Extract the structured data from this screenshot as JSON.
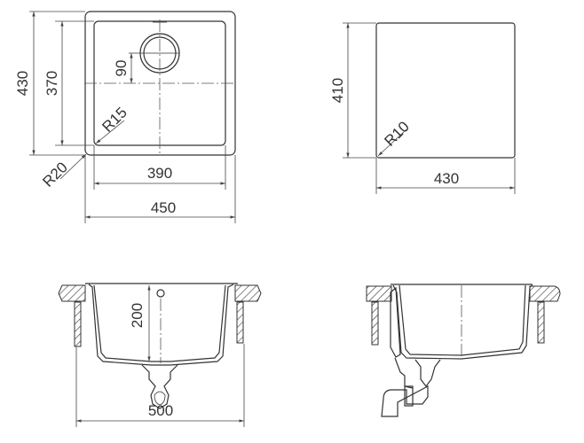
{
  "top_view_sink": {
    "overall_depth": "430",
    "bowl_depth": "370",
    "drain_offset": "90",
    "inner_radius": "R15",
    "outer_radius": "R20",
    "bowl_width": "390",
    "overall_width": "450"
  },
  "top_view_cutout": {
    "depth": "410",
    "radius": "R10",
    "width": "430"
  },
  "section_view": {
    "bowl_height": "200",
    "cabinet_width": "500"
  }
}
